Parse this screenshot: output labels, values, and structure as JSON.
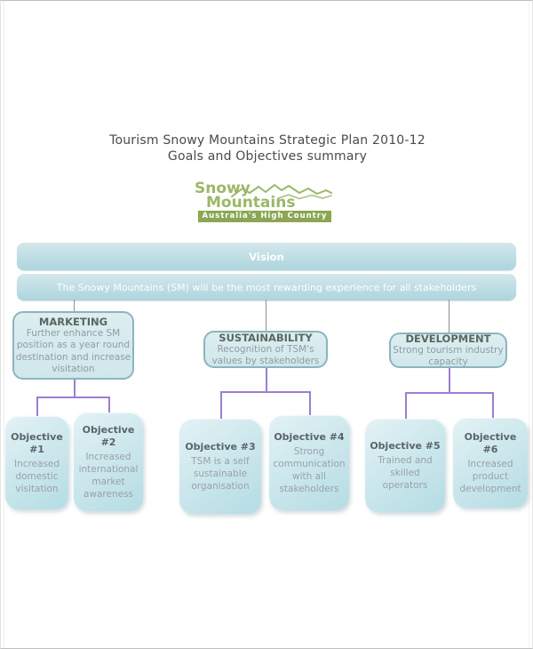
{
  "header": {
    "line1": "Tourism Snowy Mountains Strategic Plan 2010-12",
    "line2": "Goals and Objectives summary"
  },
  "logo": {
    "word1": "Snowy",
    "word2": "Mountains",
    "tagline": "Australia's High Country",
    "brand_green": "#9bb768",
    "banner_green": "#8ca653"
  },
  "vision": {
    "label": "Vision",
    "statement": "The Snowy Mountains (SM) will be the most rewarding experience for all stakeholders"
  },
  "branches": [
    {
      "title": "MARKETING",
      "description": "Further enhance SM\nposition as a year round\ndestination and increase\nvisitation"
    },
    {
      "title": "SUSTAINABILITY",
      "description": "Recognition of TSM's\nvalues by stakeholders"
    },
    {
      "title": "DEVELOPMENT",
      "description": "Strong tourism industry\ncapacity"
    }
  ],
  "objectives": [
    {
      "title": "Objective\n#1",
      "description": "Increased\ndomestic\nvisitation"
    },
    {
      "title": "Objective\n#2",
      "description": "Increased\ninternational\nmarket\nawareness"
    },
    {
      "title": "Objective #3",
      "description": "TSM is a self\nsustainable\norganisation"
    },
    {
      "title": "Objective #4",
      "description": "Strong\ncommunication\nwith all\nstakeholders"
    },
    {
      "title": "Objective #5",
      "description": "Trained and\nskilled\noperators"
    },
    {
      "title": "Objective #6",
      "description": "Increased\nproduct\ndevelopment"
    }
  ],
  "colors": {
    "box_fill_light": "#dceef1",
    "box_border_teal": "#8db4be",
    "banner_gradient_top": "#d4e8ec",
    "banner_gradient_bottom": "#aed4dc",
    "connector_gray": "#8f8f8f",
    "connector_purple": "#9a7fd1",
    "heading_text": "#5c665f",
    "body_text": "#929c9f",
    "title_text": "#4a4a4a"
  }
}
